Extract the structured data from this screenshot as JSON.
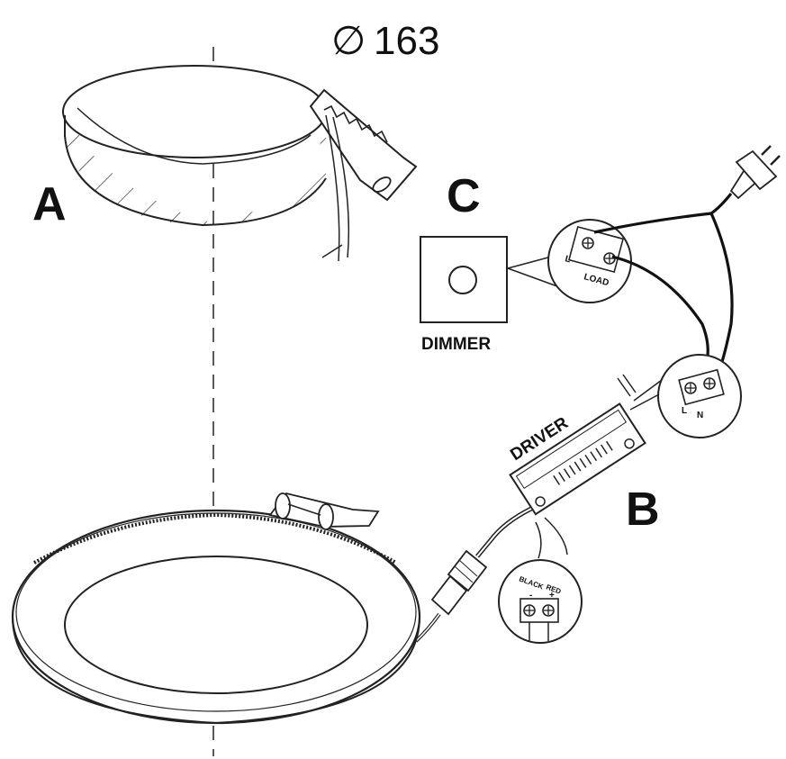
{
  "diameter": {
    "symbol": "∅",
    "value": "163"
  },
  "labels": {
    "a": "A",
    "b": "B",
    "c": "C",
    "dimmer": "DIMMER",
    "driver": "DRIVER"
  },
  "terminals": {
    "dimmer_l": "L",
    "dimmer_load": "LOAD",
    "mains_l": "L",
    "mains_n": "N",
    "led_black": "BLACK",
    "led_red": "RED",
    "led_minus": "-",
    "led_plus": "+"
  }
}
